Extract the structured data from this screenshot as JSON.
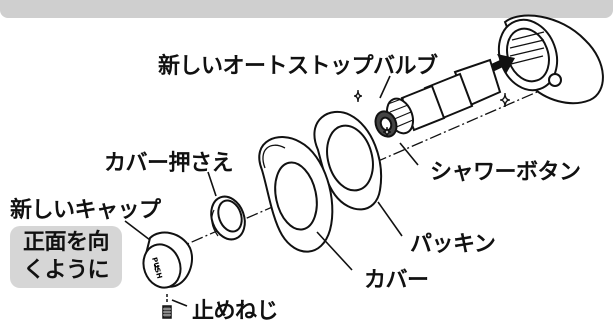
{
  "labels": {
    "new_autostop_valve": "新しいオートストップバルブ",
    "cover_holder": "カバー押さえ",
    "shower_button": "シャワーボタン",
    "new_cap": "新しいキャップ",
    "packing": "パッキン",
    "cover": "カバー",
    "set_screw": "止めねじ"
  },
  "note": {
    "line1": "正面を向",
    "line2": "くように"
  },
  "cap_marking": {
    "line1": "PUSH",
    "line2": "II"
  },
  "colors": {
    "accent_gray": "#d6d6d6",
    "line": "#111111"
  }
}
